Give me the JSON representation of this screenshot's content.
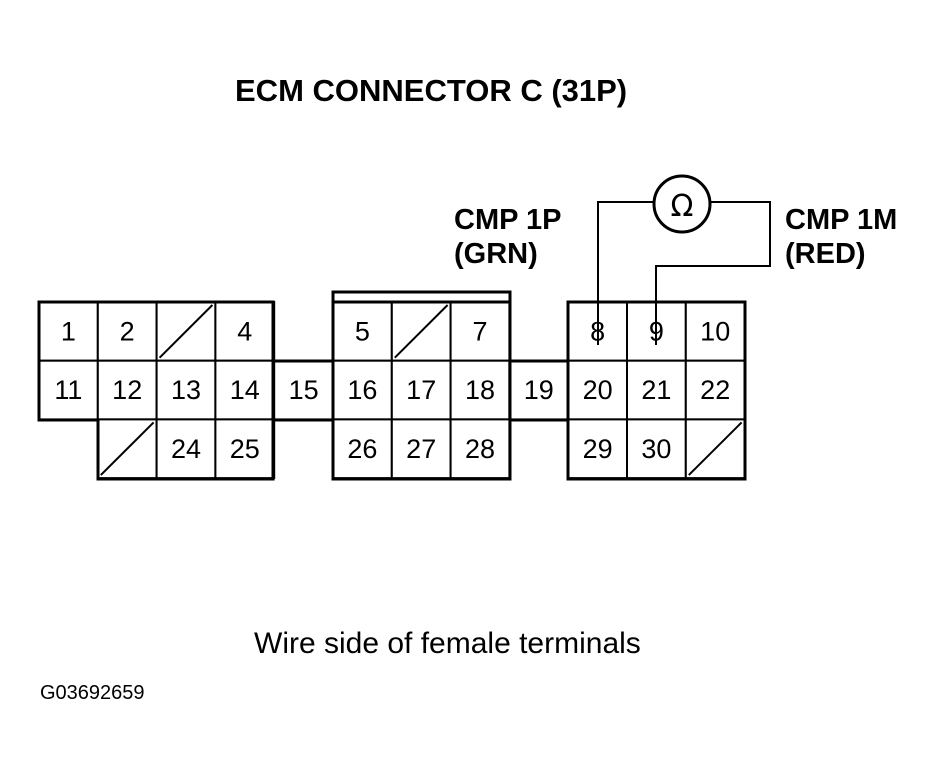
{
  "title": "ECM CONNECTOR C (31P)",
  "probes": {
    "positive": {
      "name": "CMP 1P",
      "color": "(GRN)",
      "terminal": "8"
    },
    "negative": {
      "name": "CMP 1M",
      "color": "(RED)",
      "terminal": "9"
    },
    "meter_symbol": "Ω",
    "meter_icon": "ohmmeter-icon"
  },
  "caption": "Wire side of female terminals",
  "figure_id": "G03692659",
  "connector": {
    "cells": [
      {
        "row": 0,
        "col": 0,
        "label": "1"
      },
      {
        "row": 0,
        "col": 1,
        "label": "2"
      },
      {
        "row": 0,
        "col": 2,
        "label": "",
        "empty": true
      },
      {
        "row": 0,
        "col": 3,
        "label": "4"
      },
      {
        "row": 0,
        "col": 5,
        "label": "5"
      },
      {
        "row": 0,
        "col": 6,
        "label": "",
        "empty": true
      },
      {
        "row": 0,
        "col": 7,
        "label": "7"
      },
      {
        "row": 0,
        "col": 9,
        "label": "8"
      },
      {
        "row": 0,
        "col": 10,
        "label": "9"
      },
      {
        "row": 0,
        "col": 11,
        "label": "10"
      },
      {
        "row": 1,
        "col": 0,
        "label": "11"
      },
      {
        "row": 1,
        "col": 1,
        "label": "12"
      },
      {
        "row": 1,
        "col": 2,
        "label": "13"
      },
      {
        "row": 1,
        "col": 3,
        "label": "14"
      },
      {
        "row": 1,
        "col": 4,
        "label": "15"
      },
      {
        "row": 1,
        "col": 5,
        "label": "16"
      },
      {
        "row": 1,
        "col": 6,
        "label": "17"
      },
      {
        "row": 1,
        "col": 7,
        "label": "18"
      },
      {
        "row": 1,
        "col": 8,
        "label": "19"
      },
      {
        "row": 1,
        "col": 9,
        "label": "20"
      },
      {
        "row": 1,
        "col": 10,
        "label": "21"
      },
      {
        "row": 1,
        "col": 11,
        "label": "22"
      },
      {
        "row": 2,
        "col": 1,
        "label": "",
        "empty": true
      },
      {
        "row": 2,
        "col": 2,
        "label": "24"
      },
      {
        "row": 2,
        "col": 3,
        "label": "25"
      },
      {
        "row": 2,
        "col": 5,
        "label": "26"
      },
      {
        "row": 2,
        "col": 6,
        "label": "27"
      },
      {
        "row": 2,
        "col": 7,
        "label": "28"
      },
      {
        "row": 2,
        "col": 9,
        "label": "29"
      },
      {
        "row": 2,
        "col": 10,
        "label": "30"
      },
      {
        "row": 2,
        "col": 11,
        "label": "",
        "empty": true
      }
    ]
  }
}
